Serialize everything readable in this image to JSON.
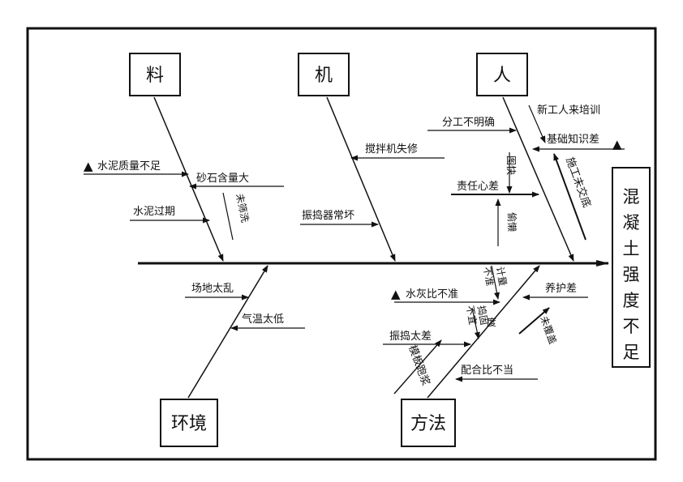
{
  "effect": "混凝土强度不足",
  "categories": {
    "material": "料",
    "machine": "机",
    "people": "人",
    "environment": "环境",
    "method": "方法"
  },
  "causes": {
    "cement_quality": "水泥质量不足",
    "sand_content": "砂石含量大",
    "not_sieved": "未筛洗",
    "cement_expired": "水泥过期",
    "mixer_maintenance": "搅拌机失修",
    "vibrator_broken": "振捣器常坏",
    "unclear_division": "分工不明确",
    "new_worker_training": "新工人来培训",
    "poor_basics": "基础知识差",
    "responsibility": "责任心差",
    "convenience": "图快",
    "laziness": "偷懒",
    "no_handover": "施工未交底",
    "messy_site": "场地太乱",
    "low_temperature": "气温太低",
    "water_cement_ratio": "水灰比不准",
    "inaccurate_metering": "不准",
    "metering": "计量",
    "vibration_poor": "振捣太差",
    "improper_compaction": "不宜",
    "compaction": "捣固",
    "degree": "度",
    "formwork_leak": "模板跑浆",
    "poor_curing": "养护差",
    "not_covered": "未覆盖",
    "mix_ratio": "配合比不当"
  },
  "marker": "▲"
}
